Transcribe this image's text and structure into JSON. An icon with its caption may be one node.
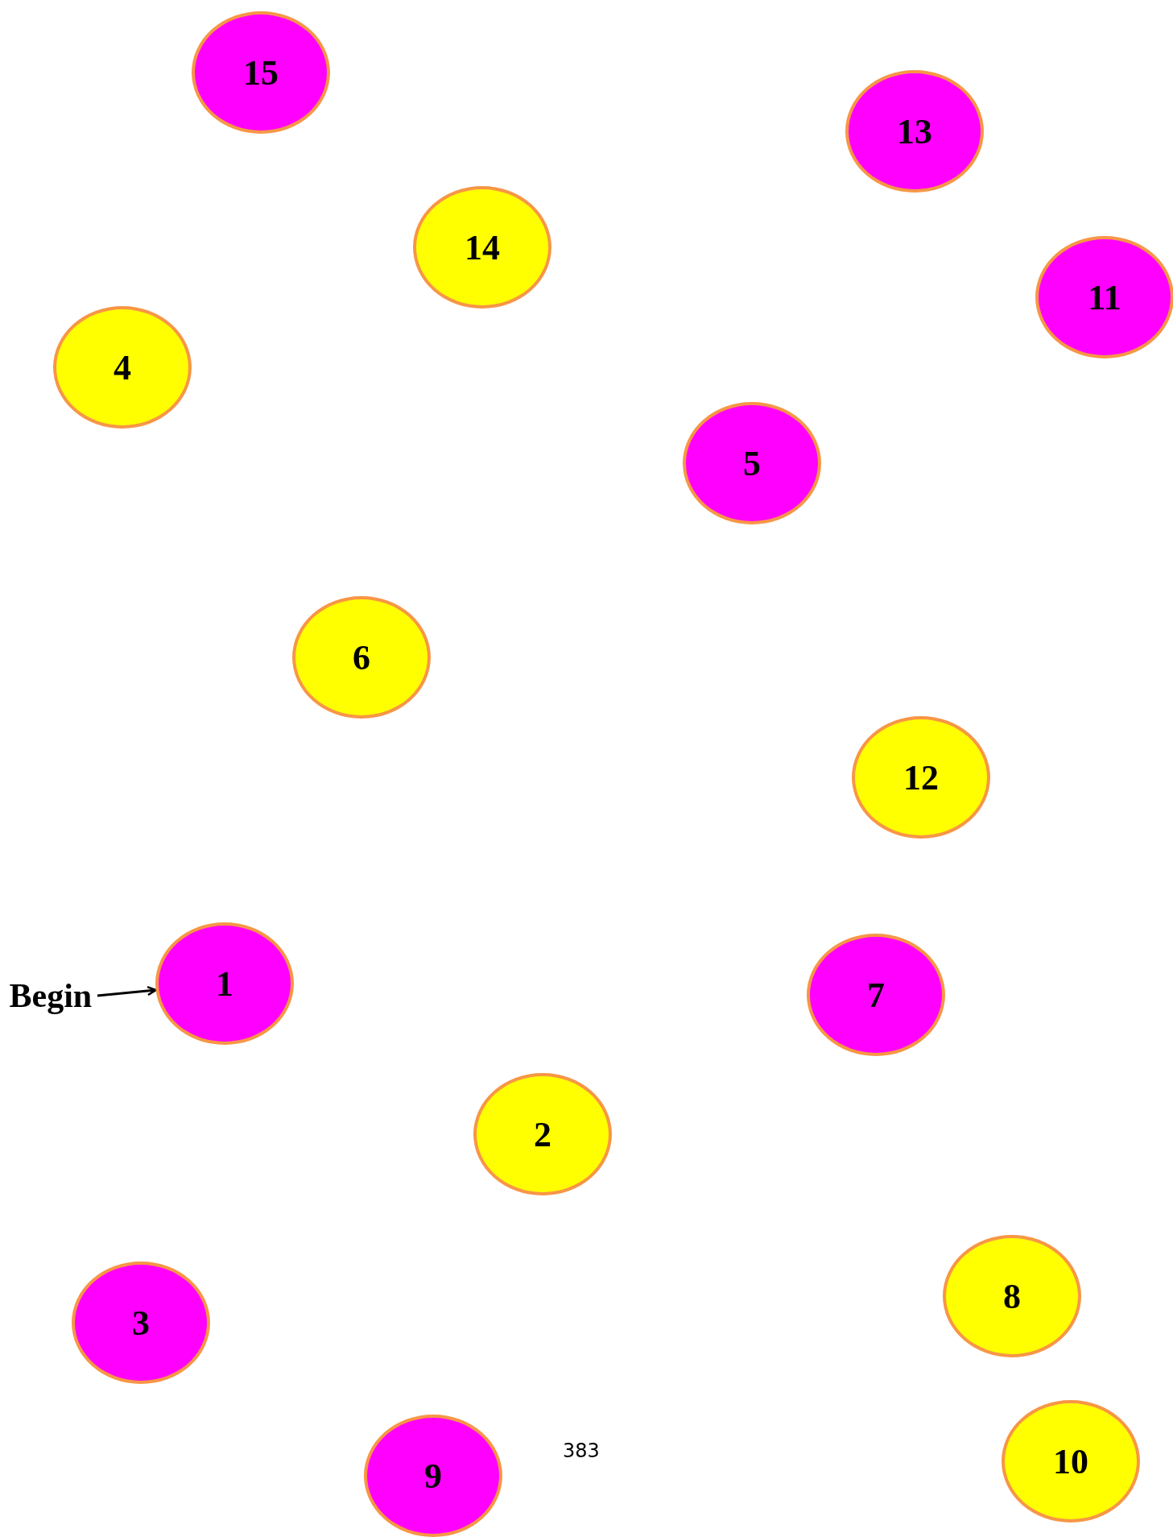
{
  "diagram": {
    "nodes": [
      {
        "text": [
          "15"
        ]
      },
      {
        "text": [
          "13"
        ]
      },
      {
        "text": [
          "14"
        ]
      },
      {
        "text": [
          "11"
        ]
      },
      {
        "text": [
          "4"
        ]
      },
      {
        "text": [
          "5"
        ]
      },
      {
        "text": [
          "6"
        ]
      },
      {
        "text": [
          "12"
        ]
      },
      {
        "text": [
          "Begin"
        ]
      },
      {
        "text": [
          "1"
        ]
      },
      {
        "text": [
          "7"
        ]
      },
      {
        "text": [
          "2"
        ]
      },
      {
        "text": [
          "8"
        ]
      },
      {
        "text": [
          "3"
        ]
      },
      {
        "text": [
          "10"
        ]
      },
      {
        "text": [
          "9"
        ]
      }
    ],
    "edges": [
      {
        "from": 8,
        "to": 9,
        "arrow": "to"
      }
    ],
    "labels": [
      "383"
    ]
  }
}
